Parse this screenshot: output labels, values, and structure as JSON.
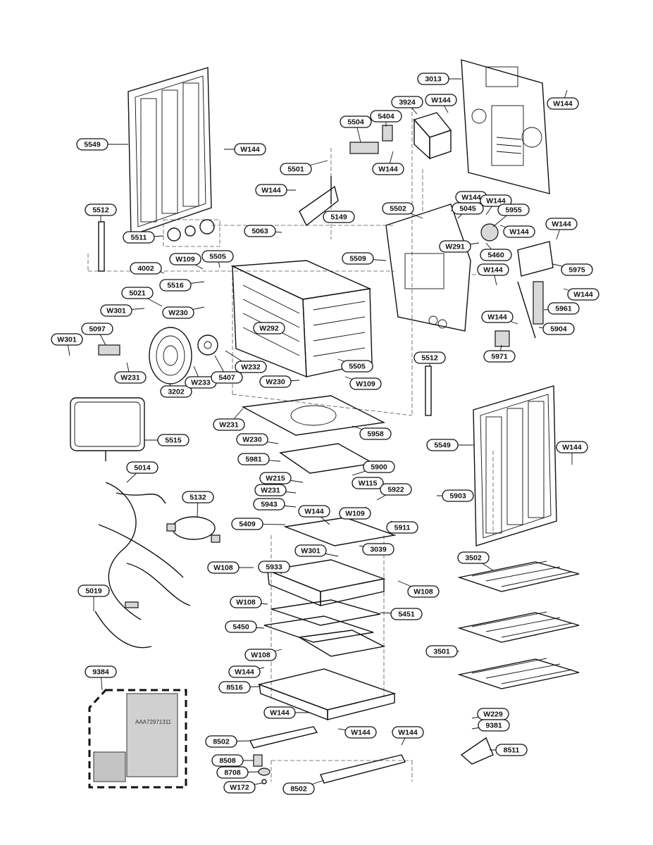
{
  "callouts": [
    "5549",
    "W144",
    "3013",
    "W144",
    "3924",
    "W144",
    "5404",
    "5504",
    "5501",
    "W144",
    "W144",
    "5149",
    "5512",
    "5063",
    "5502",
    "5045",
    "W144",
    "W144",
    "5955",
    "W144",
    "5511",
    "W109",
    "5505",
    "4002",
    "5509",
    "W291",
    "5460",
    "W144",
    "5516",
    "5021",
    "W301",
    "W230",
    "W144",
    "5975",
    "W144",
    "5961",
    "W144",
    "W301",
    "5097",
    "W292",
    "5904",
    "W231",
    "3202",
    "W233",
    "5407",
    "W232",
    "5505",
    "5971",
    "W230",
    "W109",
    "5512",
    "5515",
    "W231",
    "5958",
    "W230",
    "5981",
    "5549",
    "W144",
    "5014",
    "W215",
    "5900",
    "W231",
    "W115",
    "5922",
    "5903",
    "5132",
    "5943",
    "W144",
    "W109",
    "5911",
    "5409",
    "W301",
    "3039",
    "5933",
    "W108",
    "W108",
    "3502",
    "5019",
    "W108",
    "5451",
    "5450",
    "W108",
    "3501",
    "9384",
    "W144",
    "8516",
    "W144",
    "W144",
    "W229",
    "9381",
    "8502",
    "W144",
    "8508",
    "8511",
    "8708",
    "W172",
    "8502"
  ],
  "label_sheet": {
    "code": "AAA72971311"
  }
}
